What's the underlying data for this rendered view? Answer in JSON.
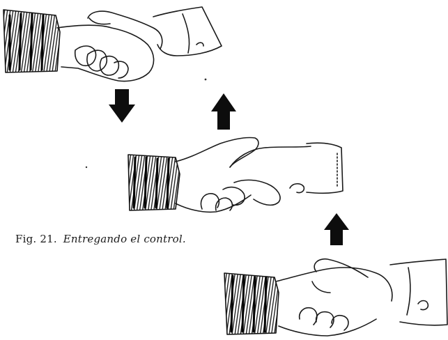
{
  "caption": {
    "figure_number": "Fig. 21.",
    "title": "Entregando el control."
  },
  "colors": {
    "ink": "#1a1a1a",
    "paper": "#ffffff"
  },
  "illustrations": [
    {
      "name": "handshake-top",
      "depicts": "handshake-icon"
    },
    {
      "name": "handshake-middle",
      "depicts": "handshake-icon"
    },
    {
      "name": "handshake-bottom",
      "depicts": "handshake-icon"
    }
  ],
  "arrows": [
    {
      "name": "arrow-down-left",
      "direction": "down"
    },
    {
      "name": "arrow-up-middle",
      "direction": "up"
    },
    {
      "name": "arrow-up-right",
      "direction": "up"
    }
  ]
}
